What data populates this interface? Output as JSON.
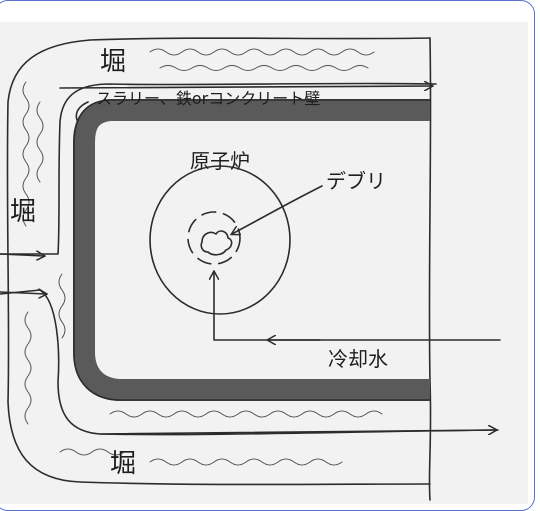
{
  "labels": {
    "moat_top": "堀",
    "moat_left": "堀",
    "moat_bottom": "堀",
    "wall": "スラリー、鉄orコンクリート壁",
    "reactor": "原子炉",
    "debris": "デブリ",
    "coolant": "冷却水"
  },
  "colors": {
    "frame_border": "#5b6fd1",
    "paper": "#f2f2f2",
    "ink": "#2c2c2c",
    "wall_fill": "#5a5a5a"
  }
}
